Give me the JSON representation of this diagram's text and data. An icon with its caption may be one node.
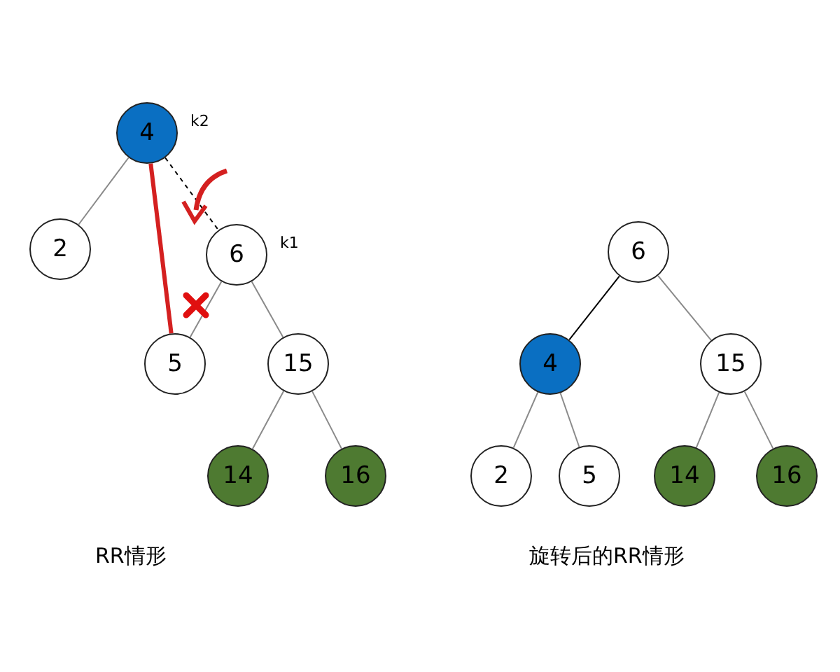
{
  "diagram": {
    "nodes": [
      {
        "text": [
          "4"
        ],
        "beside": [
          "k2"
        ]
      },
      {
        "text": [
          "2"
        ]
      },
      {
        "text": [
          "6"
        ],
        "beside": [
          "k1"
        ]
      },
      {
        "text": [
          "5"
        ]
      },
      {
        "text": [
          "15"
        ]
      },
      {
        "text": [
          "14"
        ]
      },
      {
        "text": [
          "16"
        ]
      },
      {
        "text": [
          "6"
        ]
      },
      {
        "text": [
          "4"
        ]
      },
      {
        "text": [
          "15"
        ]
      },
      {
        "text": [
          "2"
        ]
      },
      {
        "text": [
          "5"
        ]
      },
      {
        "text": [
          "14"
        ]
      },
      {
        "text": [
          "16"
        ]
      }
    ],
    "edges": [
      {
        "from": 0,
        "to": 1,
        "arrow": "none"
      },
      {
        "from": 0,
        "to": 2,
        "arrow": "none",
        "style": "dashed",
        "color": "#000000"
      },
      {
        "from": 0,
        "to": 3,
        "arrow": "none",
        "style": "thick",
        "color": "#d42020"
      },
      {
        "from": 2,
        "to": 3,
        "arrow": "none"
      },
      {
        "from": 2,
        "to": 4,
        "arrow": "none"
      },
      {
        "from": 4,
        "to": 5,
        "arrow": "none"
      },
      {
        "from": 4,
        "to": 6,
        "arrow": "none"
      },
      {
        "from": 7,
        "to": 8,
        "arrow": "none",
        "color": "#000000"
      },
      {
        "from": 7,
        "to": 9,
        "arrow": "none"
      },
      {
        "from": 8,
        "to": 10,
        "arrow": "none"
      },
      {
        "from": 8,
        "to": 11,
        "arrow": "none"
      },
      {
        "from": 9,
        "to": 12,
        "arrow": "none"
      },
      {
        "from": 9,
        "to": 13,
        "arrow": "none"
      }
    ],
    "labels": [
      "RR情形",
      "旋转后的RR情形"
    ]
  }
}
